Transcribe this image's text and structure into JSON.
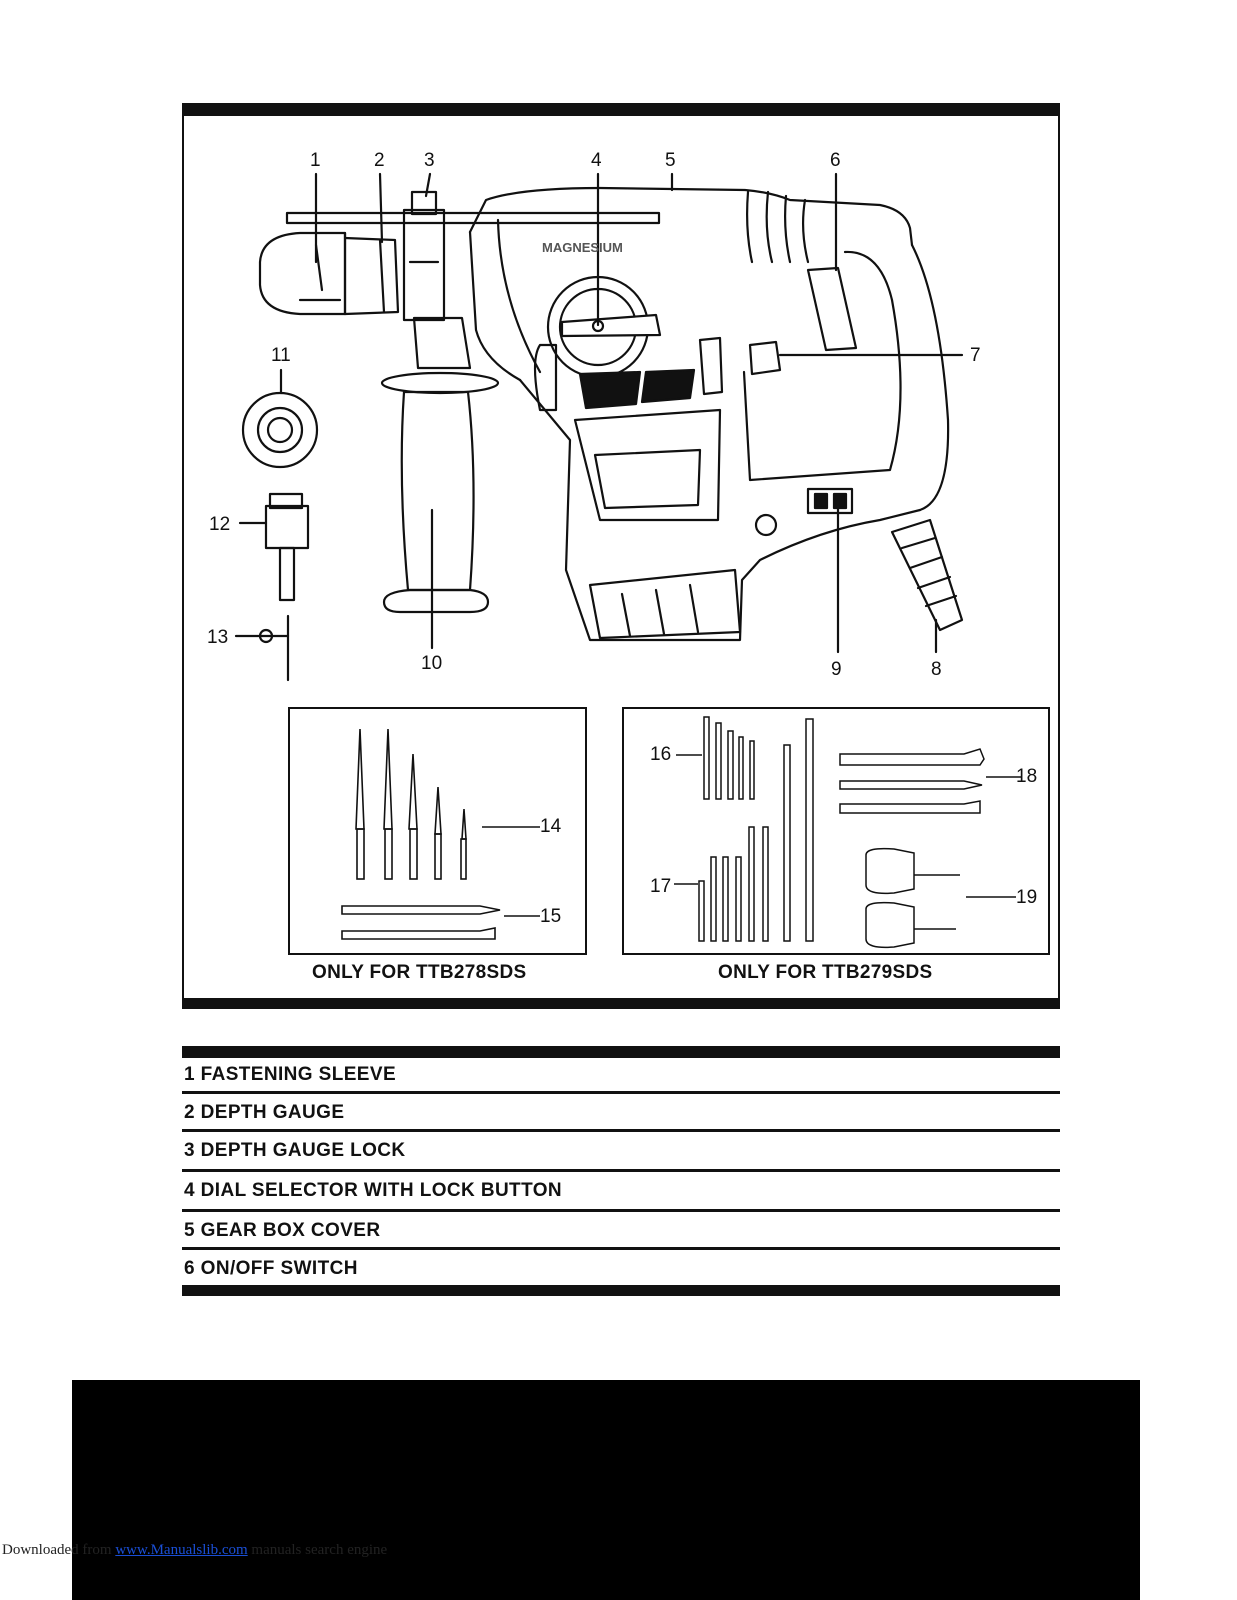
{
  "diagram": {
    "callouts": [
      "1",
      "2",
      "3",
      "4",
      "5",
      "6",
      "7",
      "8",
      "9",
      "10",
      "11",
      "12",
      "13",
      "14",
      "15",
      "16",
      "17",
      "18",
      "19"
    ],
    "brand_text": "MAGNESIUM",
    "captions": {
      "ttb278": "ONLY FOR TTB278SDS",
      "ttb279": "ONLY FOR TTB279SDS"
    }
  },
  "legend": {
    "items": [
      "1 FASTENING SLEEVE",
      "2 DEPTH GAUGE",
      "3 DEPTH GAUGE LOCK",
      "4 DIAL SELECTOR WITH LOCK BUTTON",
      "5 GEAR BOX COVER",
      "6 ON/OFF SWITCH"
    ]
  },
  "footer": {
    "prefix": "Downloaded from",
    "link": "www.Manualslib.com",
    "suffix": " manuals search engine"
  }
}
